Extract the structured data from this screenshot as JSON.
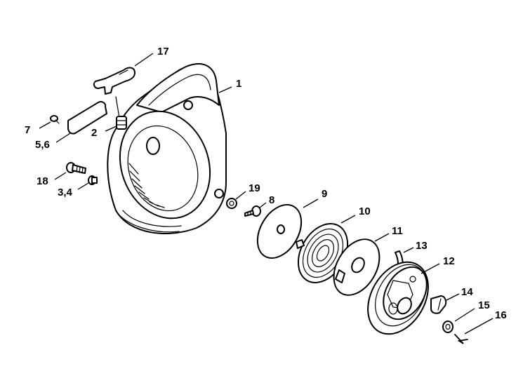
{
  "callouts": {
    "c1": "1",
    "c2": "2",
    "c7": "7",
    "c56": "5,6",
    "c17": "17",
    "c18": "18",
    "c34": "3,4",
    "c19": "19",
    "c8": "8",
    "c9": "9",
    "c10": "10",
    "c11": "11",
    "c13": "13",
    "c12": "12",
    "c14": "14",
    "c15": "15",
    "c16": "16"
  },
  "colors": {
    "line": "#000000",
    "background": "#ffffff"
  }
}
